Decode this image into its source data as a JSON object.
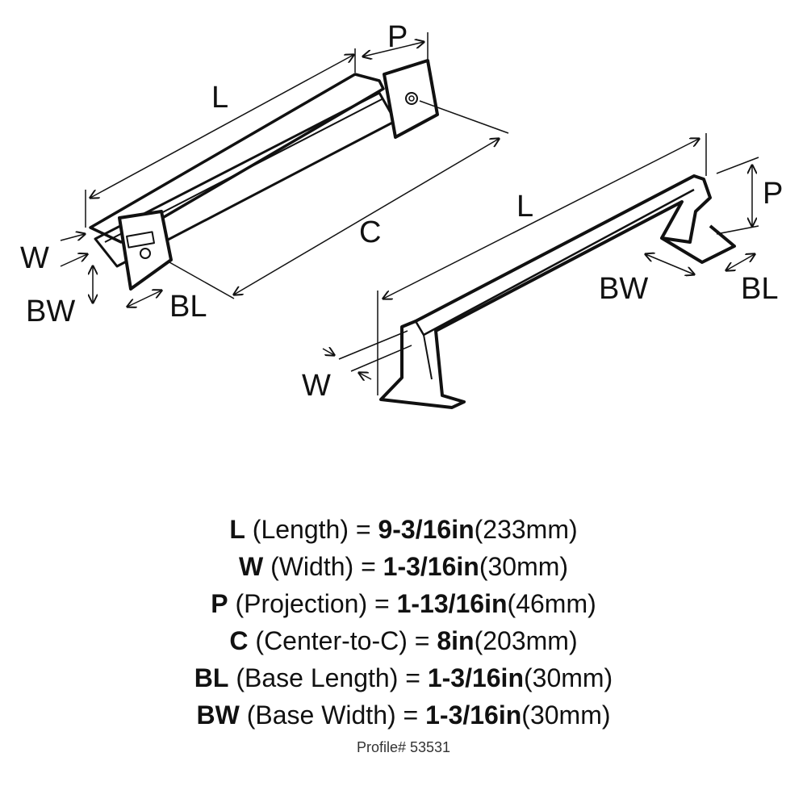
{
  "diagram": {
    "top_view_labels": {
      "length": "L",
      "projection": "P",
      "center": "C",
      "width": "W",
      "base_width": "BW",
      "base_length": "BL"
    },
    "side_view_labels": {
      "length": "L",
      "projection": "P",
      "base_width": "BW",
      "base_length": "BL",
      "width": "W"
    }
  },
  "specs": [
    {
      "key": "L",
      "name": "(Length) =",
      "imperial": "9-3/16in",
      "metric": "(233mm)"
    },
    {
      "key": "W",
      "name": "(Width) =",
      "imperial": "1-3/16in",
      "metric": "(30mm)"
    },
    {
      "key": "P",
      "name": "(Projection) =",
      "imperial": "1-13/16in",
      "metric": "(46mm)"
    },
    {
      "key": "C",
      "name": "(Center-to-C) =",
      "imperial": "8in",
      "metric": "(203mm)"
    },
    {
      "key": "BL",
      "name": "(Base Length) =",
      "imperial": "1-3/16in",
      "metric": "(30mm)"
    },
    {
      "key": "BW",
      "name": "(Base Width) =",
      "imperial": "1-3/16in",
      "metric": "(30mm)"
    }
  ],
  "profile": "Profile# 53531"
}
